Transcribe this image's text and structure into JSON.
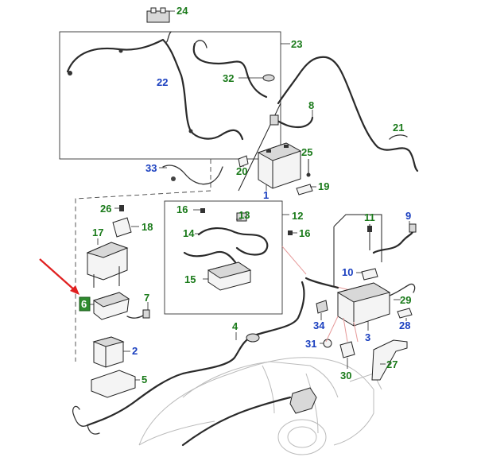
{
  "colors": {
    "green_label": "#1a7a1a",
    "blue_label": "#1a3fbf",
    "highlight_fill": "#2e8b2e",
    "arrow": "#e02020"
  },
  "callouts": {
    "c1": "1",
    "c2": "2",
    "c3": "3",
    "c4": "4",
    "c5": "5",
    "c6": "6",
    "c7": "7",
    "c8": "8",
    "c9": "9",
    "c10": "10",
    "c11": "11",
    "c12": "12",
    "c13": "13",
    "c14": "14",
    "c15": "15",
    "c16a": "16",
    "c16b": "16",
    "c17": "17",
    "c18": "18",
    "c19": "19",
    "c20": "20",
    "c21": "21",
    "c22": "22",
    "c23": "23",
    "c24": "24",
    "c25": "25",
    "c26": "26",
    "c27": "27",
    "c28": "28",
    "c29": "29",
    "c30": "30",
    "c31": "31",
    "c32": "32",
    "c33": "33",
    "c34": "34"
  }
}
